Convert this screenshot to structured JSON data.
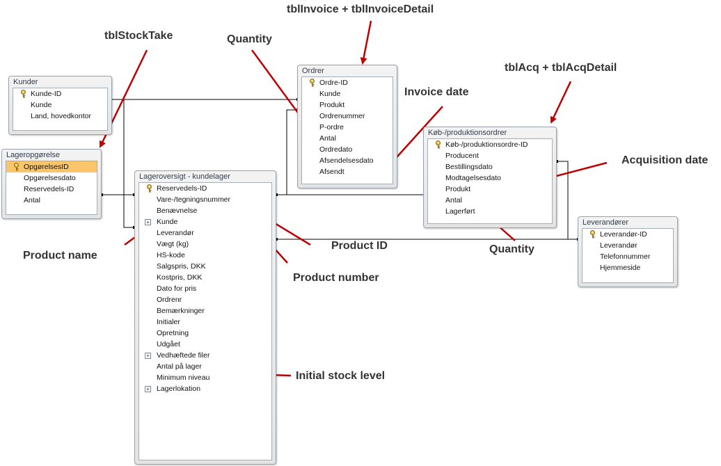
{
  "tables": {
    "kunder": {
      "title": "Kunder",
      "fields": [
        {
          "label": "Kunde-ID",
          "key": true
        },
        {
          "label": "Kunde"
        },
        {
          "label": "Land, hovedkontor"
        }
      ]
    },
    "lageropgorelse": {
      "title": "Lageropgørelse",
      "fields": [
        {
          "label": "OpgørelsesID",
          "key": true,
          "selected": true
        },
        {
          "label": "Opgørelsesdato"
        },
        {
          "label": "Reservedels-ID"
        },
        {
          "label": "Antal"
        }
      ]
    },
    "ordrer": {
      "title": "Ordrer",
      "fields": [
        {
          "label": "Ordre-ID",
          "key": true
        },
        {
          "label": "Kunde"
        },
        {
          "label": "Produkt"
        },
        {
          "label": "Ordrenummer"
        },
        {
          "label": "P-ordre"
        },
        {
          "label": "Antal"
        },
        {
          "label": "Ordredato"
        },
        {
          "label": "Afsendelsesdato"
        },
        {
          "label": "Afsendt"
        }
      ]
    },
    "lageroversigt": {
      "title": "Lageroversigt - kundelager",
      "fields": [
        {
          "label": "Reservedels-ID",
          "key": true
        },
        {
          "label": "Vare-/tegningsnummer"
        },
        {
          "label": "Benævnelse"
        },
        {
          "label": "Kunde",
          "expand": true
        },
        {
          "label": "Leverandør"
        },
        {
          "label": "Vægt (kg)"
        },
        {
          "label": "HS-kode"
        },
        {
          "label": "Salgspris, DKK"
        },
        {
          "label": "Kostpris, DKK"
        },
        {
          "label": "Dato for pris"
        },
        {
          "label": "Ordrenr"
        },
        {
          "label": "Bemærkninger"
        },
        {
          "label": "Initialer"
        },
        {
          "label": "Opretning"
        },
        {
          "label": "Udgået"
        },
        {
          "label": "Vedhæftede filer",
          "expand": true
        },
        {
          "label": "Antal på lager"
        },
        {
          "label": "Minimum niveau"
        },
        {
          "label": "Lagerlokation",
          "expand": true
        }
      ]
    },
    "kobs": {
      "title": "Køb-/produktionsordrer",
      "fields": [
        {
          "label": "Køb-/produktionsordre-ID",
          "key": true
        },
        {
          "label": "Producent"
        },
        {
          "label": "Bestillingsdato"
        },
        {
          "label": "Modtagelsesdato"
        },
        {
          "label": "Produkt"
        },
        {
          "label": "Antal"
        },
        {
          "label": "Lagerført"
        }
      ]
    },
    "leverandorer": {
      "title": "Leverandører",
      "fields": [
        {
          "label": "Leverandør-ID",
          "key": true
        },
        {
          "label": "Leverandør"
        },
        {
          "label": "Telefonnummer"
        },
        {
          "label": "Hjemmeside"
        }
      ]
    }
  },
  "annotations": {
    "tblInvoice": "tblInvoice + tblInvoiceDetail",
    "tblStockTake": "tblStockTake",
    "quantityTop": "Quantity",
    "invoiceDate": "Invoice date",
    "tblAcq": "tblAcq + tblAcqDetail",
    "acquisitionDate": "Acquisition date",
    "productName": "Product name",
    "productId": "Product ID",
    "quantityBottom": "Quantity",
    "productNumber": "Product number",
    "initialStock": "Initial stock level"
  },
  "colors": {
    "arrow": "#c00000",
    "selected": "#fbc56b",
    "relation": "#000000"
  }
}
